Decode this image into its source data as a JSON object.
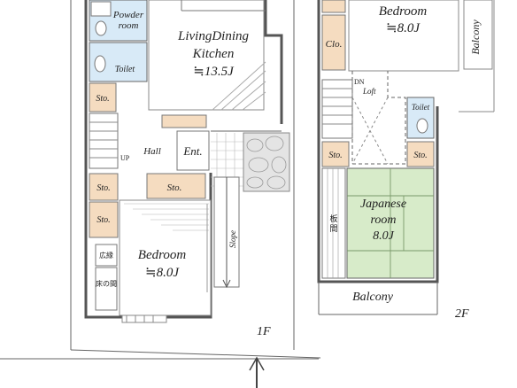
{
  "floor1": {
    "floor_label": "1F",
    "powder_room": "Powder\nroom",
    "toilet": "Toilet",
    "living": "LivingDining\nKitchen\n≒13.5J",
    "sto": "Sto.",
    "hall": "Hall",
    "ent": "Ent.",
    "up": "UP",
    "bedroom": "Bedroom\n≒8.0J",
    "slope": "Slope",
    "hiroen": "広縁",
    "tokonoma": "床の間"
  },
  "floor2": {
    "floor_label": "2F",
    "bedroom": "Bedroom\n≒8.0J",
    "clo": "Clo.",
    "balcony_right": "Balcony",
    "dn": "DN",
    "loft": "Loft",
    "toilet": "Toilet",
    "sto": "Sto.",
    "itama": "板間",
    "japanese": "Japanese\nroom\n8.0J",
    "balcony_bottom": "Balcony"
  },
  "colors": {
    "wet_area": "#d8eaf7",
    "storage": "#f5dcc0",
    "tatami": "#d7ebc9",
    "wall": "#555555"
  }
}
